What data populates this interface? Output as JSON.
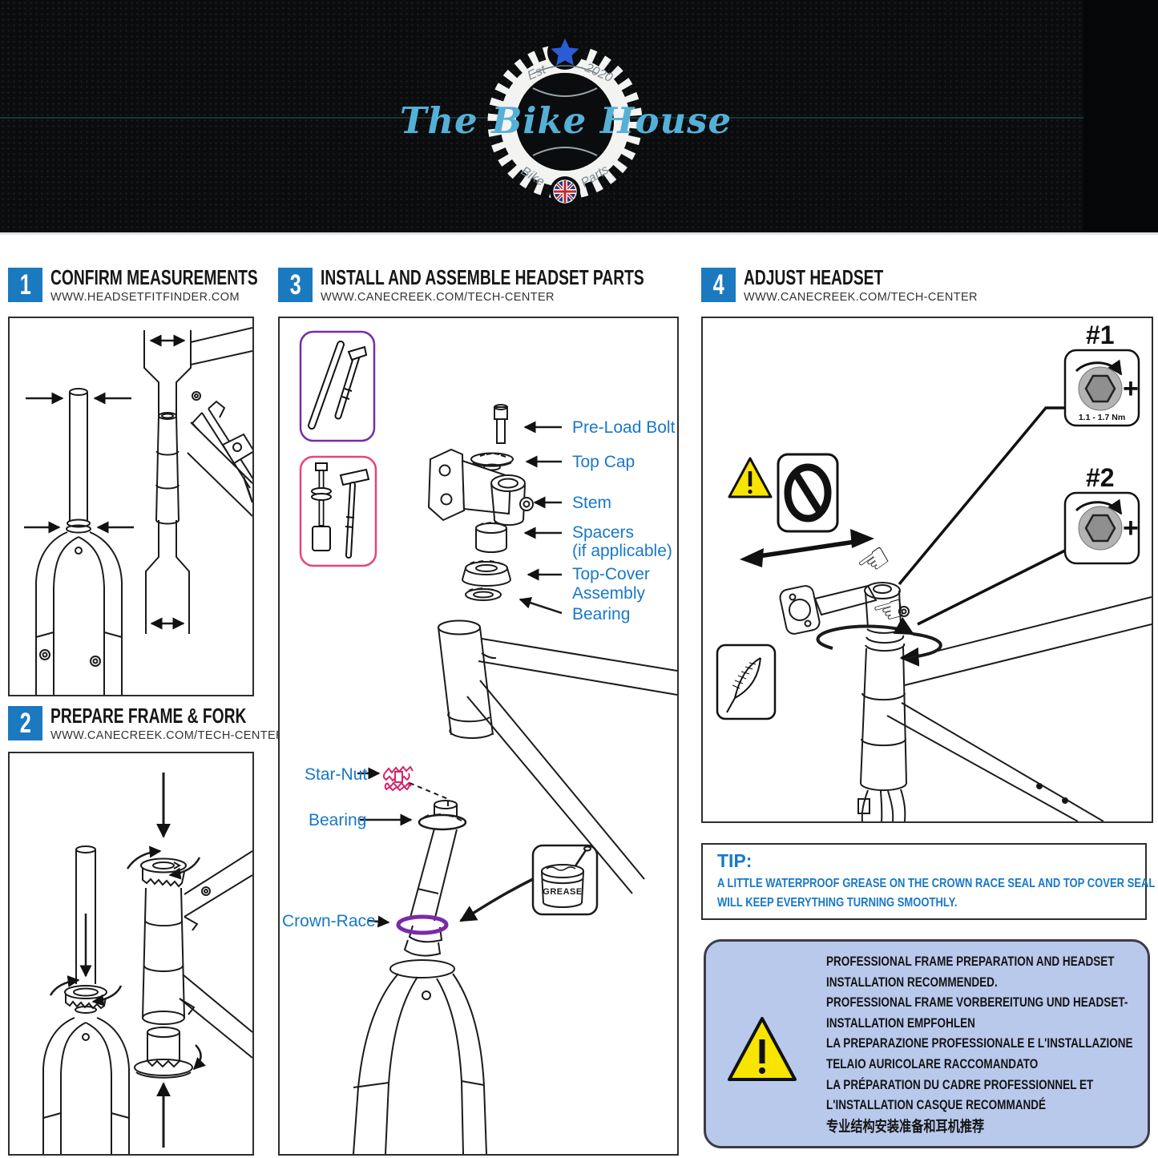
{
  "banner": {
    "title": "The Bike House",
    "est": "Est",
    "year": "2020",
    "bike": "Bike",
    "parts": "Parts"
  },
  "steps": [
    {
      "num": "1",
      "title": "CONFIRM MEASUREMENTS",
      "url": "WWW.HEADSETFITFINDER.COM"
    },
    {
      "num": "2",
      "title": "PREPARE FRAME & FORK",
      "url": "WWW.CANECREEK.COM/TECH-CENTER"
    },
    {
      "num": "3",
      "title": "INSTALL AND ASSEMBLE HEADSET PARTS",
      "url": "WWW.CANECREEK.COM/TECH-CENTER"
    },
    {
      "num": "4",
      "title": "ADJUST HEADSET",
      "url": "WWW.CANECREEK.COM/TECH-CENTER"
    }
  ],
  "assembly_labels": {
    "pre_load_bolt": "Pre-Load Bolt",
    "top_cap": "Top Cap",
    "stem": "Stem",
    "spacers": "Spacers",
    "spacers_note": "(if applicable)",
    "top_cover_line1": "Top-Cover",
    "top_cover_line2": "Assembly",
    "bearing_upper": "Bearing",
    "star_nut": "Star-Nut",
    "bearing_lower": "Bearing",
    "crown_race": "Crown-Race",
    "grease_can": "GREASE"
  },
  "adjust": {
    "tool1": "#1",
    "tool1_torque": "1.1 - 1.7 Nm",
    "tool2": "#2",
    "plus1": "+",
    "plus2": "+"
  },
  "tip": {
    "heading": "TIP:",
    "line1": "A LITTLE WATERPROOF GREASE ON THE CROWN RACE SEAL AND TOP COVER SEAL",
    "line2": "WILL KEEP EVERYTHING TURNING SMOOTHLY."
  },
  "notice": {
    "lines": [
      "PROFESSIONAL FRAME PREPARATION AND HEADSET",
      "INSTALLATION RECOMMENDED.",
      "PROFESSIONAL FRAME VORBEREITUNG UND HEADSET-",
      "INSTALLATION EMPFOHLEN",
      "LA PREPARAZIONE PROFESSIONALE E L'INSTALLAZIONE",
      "TELAIO AURICOLARE RACCOMANDATO",
      "LA PRÉPARATION DU CADRE PROFESSIONNEL ET",
      "L'INSTALLATION CASQUE RECOMMANDÉ",
      "专业结构安装准备和耳机推荐"
    ]
  },
  "colors": {
    "step_blue": "#1b79c0",
    "label_blue": "#1878c8",
    "tool_box_purple": "#7a2ba6",
    "tool_box_pink": "#e8447c",
    "star_nut_pink": "#d6246e",
    "crown_race_purple": "#7a2ba6",
    "notice_bg": "#b9c9ec",
    "warning_yellow": "#f7e400"
  }
}
